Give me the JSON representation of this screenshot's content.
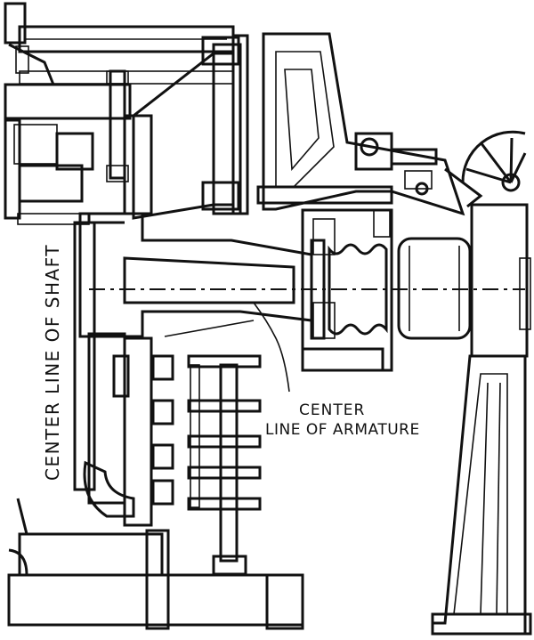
{
  "labels": {
    "shaft_centerline": "CENTER LINE OF SHAFT",
    "armature_center": "CENTER",
    "armature_line": "LINE OF ARMATURE"
  },
  "colors": {
    "ink": "#111111",
    "paper": "#ffffff"
  }
}
